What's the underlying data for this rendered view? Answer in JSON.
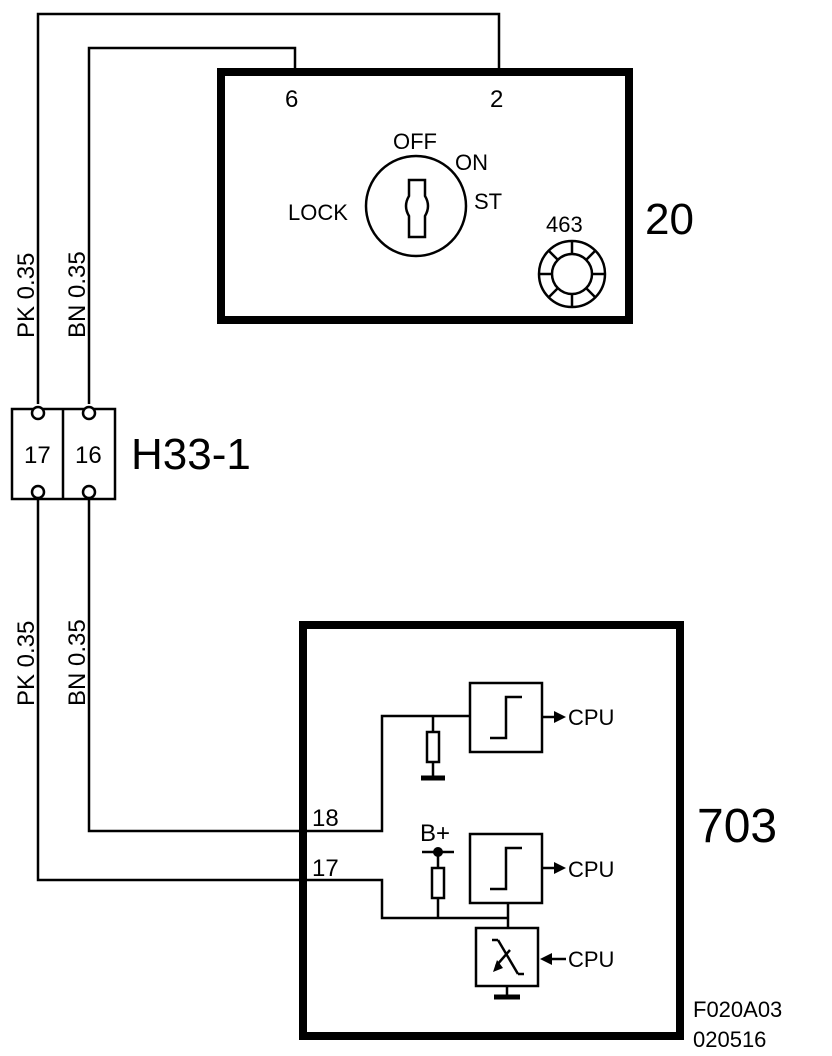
{
  "components": {
    "ignition_switch": {
      "id": "20",
      "pins": [
        "6",
        "2"
      ],
      "positions": [
        "OFF",
        "ON",
        "ST",
        "LOCK"
      ],
      "sub_id": "463"
    },
    "connector": {
      "id": "H33-1",
      "pins": [
        "17",
        "16"
      ]
    },
    "module": {
      "id": "703",
      "pins": [
        "18",
        "17"
      ],
      "supply": "B+",
      "cpu_labels": [
        "CPU",
        "CPU",
        "CPU"
      ]
    }
  },
  "wires": {
    "upper_left": "PK  0.35",
    "upper_right": "BN  0.35",
    "lower_left": "PK  0.35",
    "lower_right": "BN  0.35"
  },
  "figure_code": [
    "F020A03",
    "020516"
  ]
}
